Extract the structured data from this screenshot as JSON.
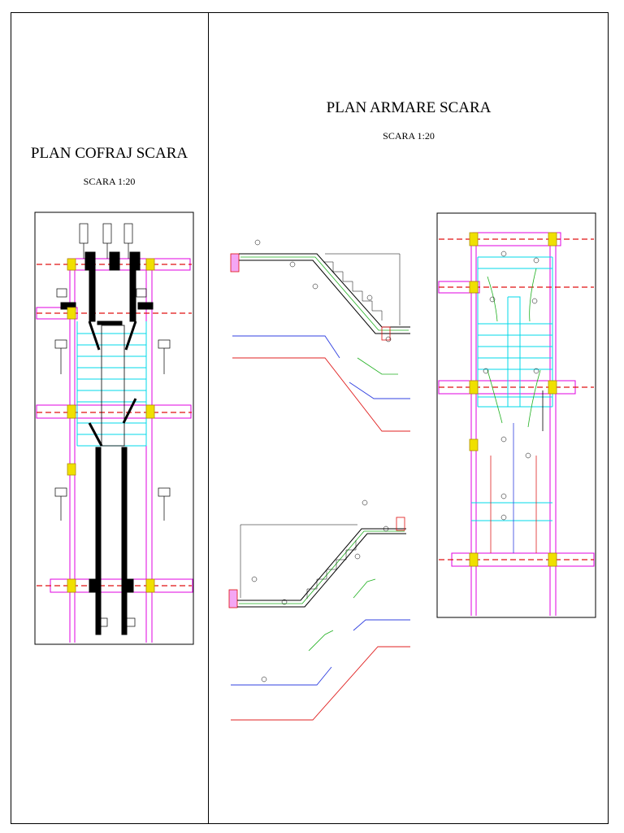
{
  "drawing": {
    "left": {
      "title": "PLAN COFRAJ SCARA",
      "scale": "SCARA 1:20"
    },
    "right": {
      "title": "PLAN ARMARE SCARA",
      "scale": "SCARA 1:20"
    }
  },
  "colors": {
    "wall": "#000000",
    "axis": "#e01010",
    "beam": "#e000e0",
    "tread": "#00d8e8",
    "column": "#f0e000",
    "rebar_blue": "#3040e0",
    "rebar_red": "#e02020",
    "rebar_green": "#20b020"
  }
}
